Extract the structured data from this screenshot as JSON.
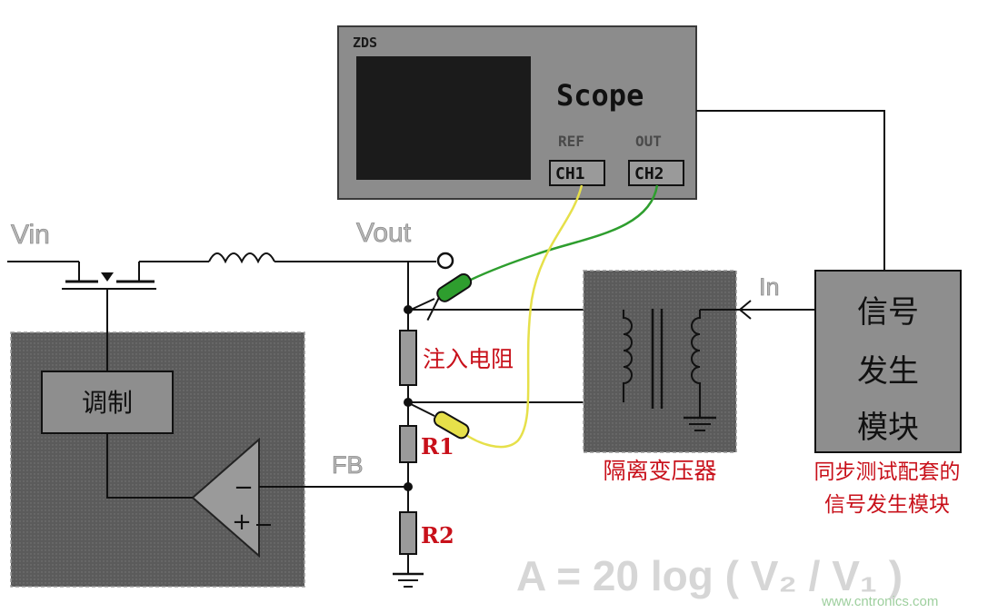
{
  "scope": {
    "brand": "ZDS",
    "title": "Scope",
    "ref_label": "REF",
    "out_label": "OUT",
    "ch1_label": "CH1",
    "ch2_label": "CH2"
  },
  "circuit": {
    "vin_label": "Vin",
    "vout_label": "Vout",
    "fb_label": "FB",
    "in_label": "In",
    "modulation_label": "调制",
    "opamp_minus": "−",
    "opamp_plus": "+"
  },
  "annotations": {
    "injection_resistor": "注入电阻",
    "r1": "R1",
    "r2": "R2",
    "isolation_transformer": "隔离变压器",
    "signal_gen_line1": "信号",
    "signal_gen_line2": "发生",
    "signal_gen_line3": "模块",
    "sync_caption_line1": "同步测试配套的",
    "sync_caption_line2": "信号发生模块",
    "formula": "A = 20 log ( V₂ / V₁ )",
    "watermark": "www.cntronics.com"
  },
  "colors": {
    "panel_grey": "#5e5e5e",
    "scope_grey": "#8c8c8c",
    "probe_green": "#2e9e2e",
    "probe_yellow": "#e6e04a",
    "caption_red": "#c8101a",
    "wire": "#111111"
  }
}
